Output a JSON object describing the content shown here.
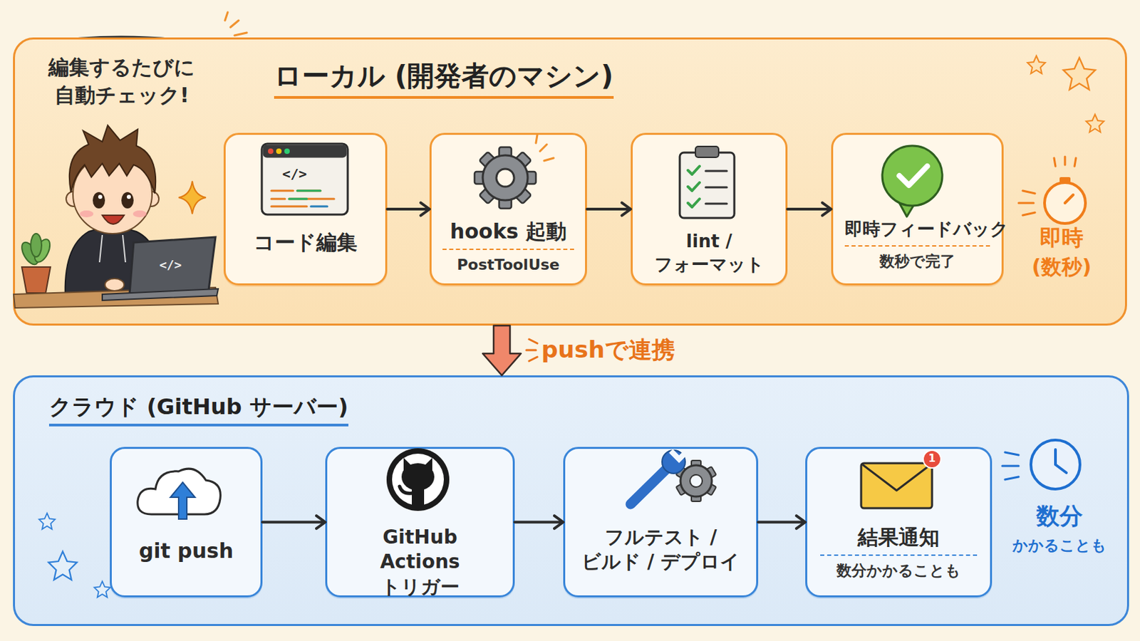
{
  "diagram": {
    "nodes": [
      {
        "text": [
          "編集するたびに 自動チェック!"
        ]
      },
      {
        "text": [
          "ローカル (開発者のマシン)"
        ]
      },
      {
        "text": [
          "コード編集"
        ],
        "in": 1
      },
      {
        "text": [
          "hooks 起動",
          "PostToolUse"
        ],
        "in": 1
      },
      {
        "text": [
          "lint / フォーマット"
        ],
        "in": 1
      },
      {
        "text": [
          "即時フィードバック",
          "数秒で完了"
        ],
        "in": 1
      },
      {
        "text": [
          "クラウド (GitHub サーバー)"
        ]
      },
      {
        "text": [
          "git push"
        ],
        "in": 6
      },
      {
        "text": [
          "GitHub Actions トリガー"
        ],
        "in": 6
      },
      {
        "text": [
          "フルテスト / ビルド / デプロイ"
        ],
        "in": 6
      },
      {
        "text": [
          "結果通知",
          "数分かかることも"
        ],
        "in": 6
      }
    ],
    "edges": [
      {
        "from": 2,
        "to": 3,
        "arrow": "to"
      },
      {
        "from": 3,
        "to": 4,
        "arrow": "to"
      },
      {
        "from": 4,
        "to": 5,
        "arrow": "to"
      },
      {
        "from": 1,
        "to": 6,
        "label": "pushで連携",
        "arrow": "to"
      },
      {
        "from": 7,
        "to": 8,
        "arrow": "to"
      },
      {
        "from": 8,
        "to": 9,
        "arrow": "to"
      },
      {
        "from": 9,
        "to": 10,
        "arrow": "to"
      }
    ],
    "labels": [
      "</>",
      "</>",
      "即時",
      "(数秒)",
      "1",
      "数分",
      "かかることも"
    ]
  }
}
